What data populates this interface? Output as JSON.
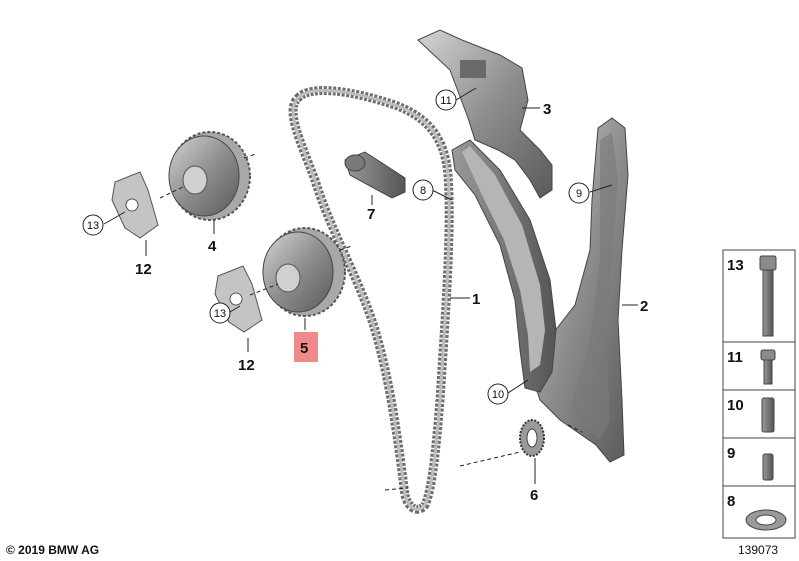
{
  "callouts": {
    "c1": "1",
    "c2": "2",
    "c3": "3",
    "c4": "4",
    "c5": "5",
    "c6": "6",
    "c7": "7",
    "c8": "8",
    "c9": "9",
    "c10": "10",
    "c11": "11",
    "c12a": "12",
    "c12b": "12",
    "c13a": "13",
    "c13b": "13"
  },
  "side_panel": [
    "13",
    "11",
    "10",
    "9",
    "8"
  ],
  "footer": {
    "copyright": "© 2019 BMW AG",
    "diagram_id": "139073"
  },
  "colors": {
    "highlight": "#f08a8a",
    "part_fill": "#8c8c8c",
    "part_dark": "#5f5f5f",
    "part_light": "#bdbdbd"
  }
}
